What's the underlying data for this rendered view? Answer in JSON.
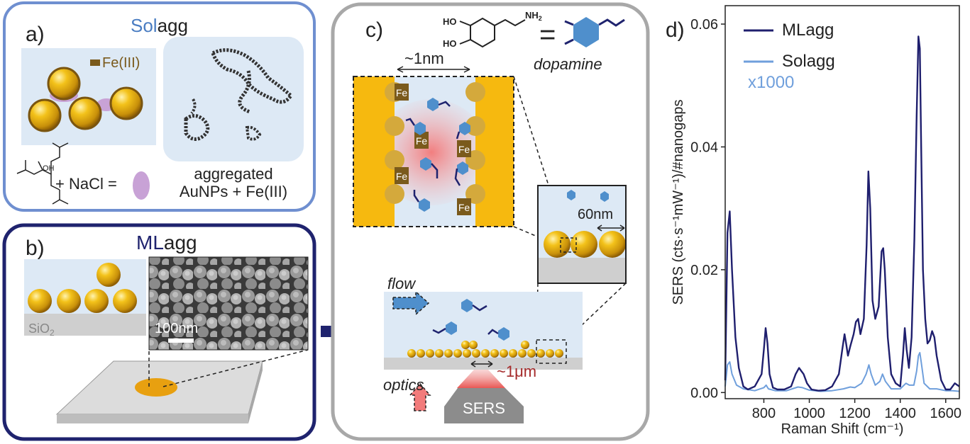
{
  "panel_a": {
    "letter": "a)",
    "title_pre": "Sol",
    "title_post": "agg",
    "fe_label": "Fe(III)",
    "plus_nacl": "+ NaCl =",
    "caption_line1": "aggregated",
    "caption_line2": "AuNPs + Fe(III)",
    "oh_label": "OH"
  },
  "panel_b": {
    "letter": "b)",
    "title_pre": "ML",
    "title_post": "agg",
    "substrate": "SiO",
    "substrate_sub": "2",
    "scalebar": "100nm"
  },
  "panel_c": {
    "letter": "c)",
    "ho1": "HO",
    "ho2": "HO",
    "nh2": "NH",
    "nh2_sub": "2",
    "equals": "=",
    "dopamine": "dopamine",
    "gap": "~1nm",
    "fe": "Fe",
    "spacing": "60nm",
    "flow": "flow",
    "optics": "optics",
    "spot": "~1μm",
    "sers": "SERS"
  },
  "chart_data": {
    "type": "line",
    "panel_letter": "d)",
    "xlabel": "Raman Shift (cm⁻¹)",
    "ylabel": "SERS (cts·s⁻¹mW⁻¹)/#nanogaps",
    "xlim": [
      630,
      1660
    ],
    "ylim": [
      -0.001,
      0.063
    ],
    "xticks": [
      800,
      1000,
      1200,
      1400,
      1600
    ],
    "yticks": [
      0.0,
      0.02,
      0.04,
      0.06
    ],
    "ytick_labels": [
      "0.00",
      "0.02",
      "0.04",
      "0.06"
    ],
    "annotation": "x1000",
    "legend_position": "top-left",
    "series": [
      {
        "name": "MLagg",
        "color": "#1f1f6e",
        "x": [
          630,
          640,
          650,
          660,
          675,
          690,
          710,
          730,
          760,
          790,
          800,
          808,
          816,
          825,
          840,
          860,
          890,
          920,
          940,
          955,
          965,
          975,
          990,
          1010,
          1040,
          1070,
          1100,
          1130,
          1145,
          1155,
          1162,
          1170,
          1180,
          1195,
          1205,
          1215,
          1225,
          1240,
          1252,
          1260,
          1268,
          1278,
          1290,
          1305,
          1318,
          1325,
          1332,
          1345,
          1360,
          1380,
          1400,
          1412,
          1420,
          1428,
          1438,
          1450,
          1462,
          1472,
          1480,
          1486,
          1492,
          1500,
          1510,
          1520,
          1530,
          1540,
          1550,
          1560,
          1580,
          1600,
          1620,
          1640,
          1660
        ],
        "y": [
          0.002,
          0.026,
          0.0295,
          0.02,
          0.009,
          0.004,
          0.001,
          0.0005,
          0.001,
          0.003,
          0.007,
          0.0105,
          0.008,
          0.003,
          0.0008,
          0.0005,
          0.0005,
          0.001,
          0.003,
          0.004,
          0.0035,
          0.003,
          0.0015,
          0.0005,
          0.0003,
          0.0004,
          0.001,
          0.003,
          0.007,
          0.0095,
          0.008,
          0.006,
          0.0075,
          0.0095,
          0.0115,
          0.012,
          0.0095,
          0.012,
          0.024,
          0.036,
          0.03,
          0.015,
          0.012,
          0.014,
          0.023,
          0.0235,
          0.02,
          0.009,
          0.003,
          0.0015,
          0.001,
          0.006,
          0.0105,
          0.007,
          0.004,
          0.009,
          0.025,
          0.045,
          0.058,
          0.056,
          0.04,
          0.02,
          0.012,
          0.008,
          0.0085,
          0.01,
          0.009,
          0.006,
          0.002,
          0.0005,
          0.0005,
          0.0015,
          0.001
        ]
      },
      {
        "name": "Solagg",
        "color": "#6f9fdc",
        "x": [
          630,
          640,
          650,
          660,
          680,
          710,
          760,
          800,
          810,
          820,
          850,
          900,
          950,
          970,
          1000,
          1050,
          1100,
          1150,
          1180,
          1200,
          1230,
          1250,
          1262,
          1272,
          1290,
          1310,
          1322,
          1335,
          1360,
          1400,
          1425,
          1440,
          1460,
          1472,
          1480,
          1486,
          1492,
          1505,
          1530,
          1560,
          1600,
          1630,
          1660
        ],
        "y": [
          0.001,
          0.0045,
          0.005,
          0.003,
          0.0012,
          0.0006,
          0.0003,
          0.0008,
          0.0012,
          0.0006,
          0.0003,
          0.0003,
          0.0009,
          0.0008,
          0.0004,
          0.0002,
          0.0003,
          0.0006,
          0.0009,
          0.0008,
          0.0015,
          0.003,
          0.0045,
          0.003,
          0.0012,
          0.0018,
          0.003,
          0.0018,
          0.0006,
          0.0006,
          0.0015,
          0.0012,
          0.0012,
          0.0035,
          0.006,
          0.0065,
          0.005,
          0.0015,
          0.0006,
          0.0006,
          0.0003,
          0.0003,
          0.0002
        ]
      }
    ]
  }
}
